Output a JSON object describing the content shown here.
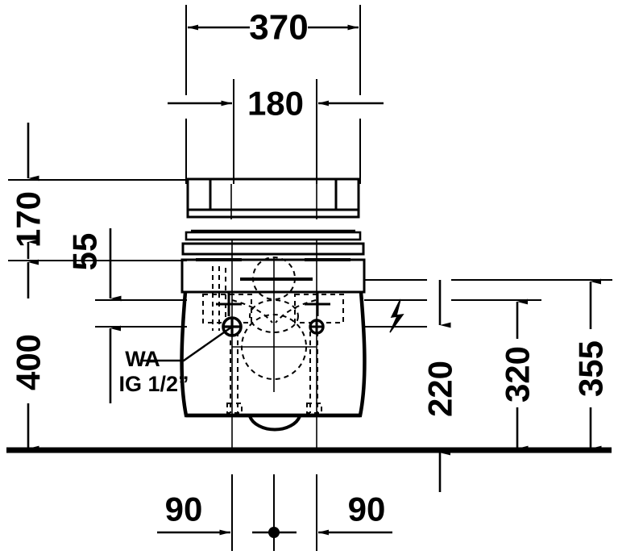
{
  "drawing": {
    "title": "Wall-hung toilet front elevation dimension drawing",
    "units": "mm",
    "line_color": "#000000",
    "background_color": "#ffffff",
    "dimensions": {
      "width_total": "370",
      "width_inner": "180",
      "height_top_offset": "170",
      "height_seat_offset": "55",
      "height_from_floor": "400",
      "height_outlet": "220",
      "height_mid": "320",
      "height_upper": "355",
      "offset_left": "90",
      "offset_right": "90"
    },
    "annotations": {
      "water_connection_line1": "WA",
      "water_connection_line2": "IG 1/2”",
      "electrical_symbol": "lightning-bolt"
    }
  }
}
